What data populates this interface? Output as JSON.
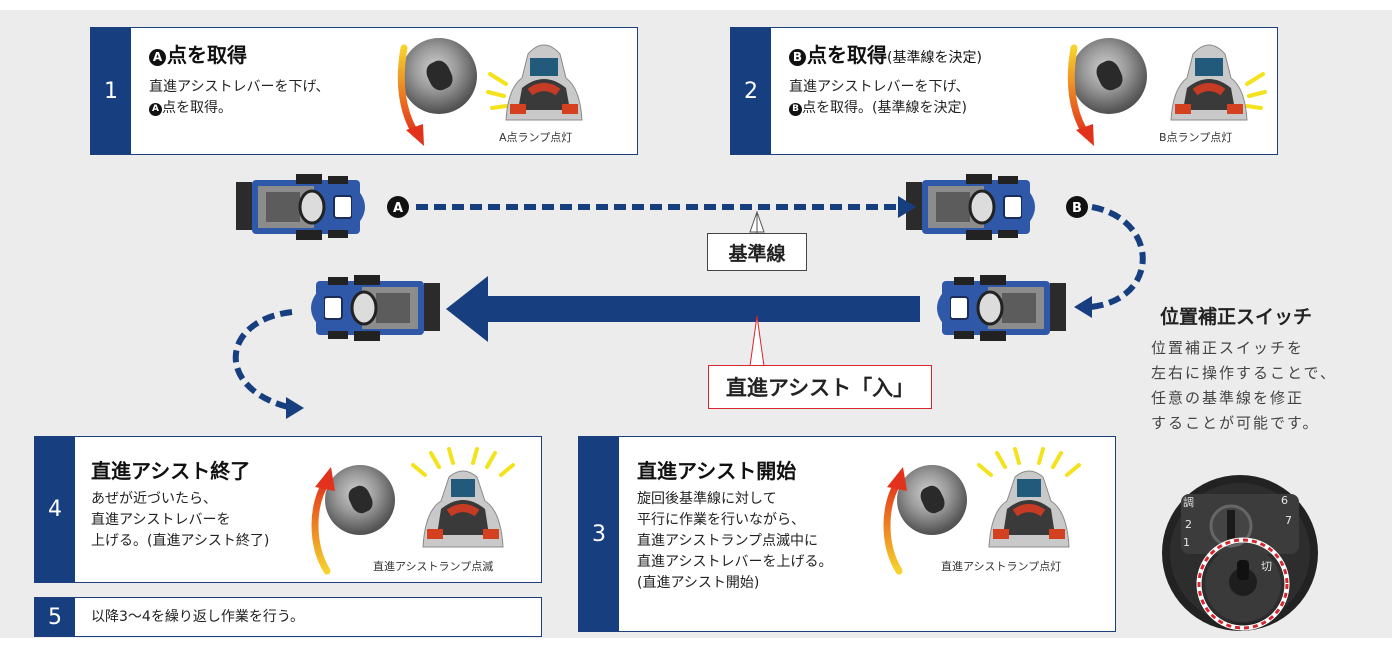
{
  "steps": {
    "s1": {
      "num": "1",
      "marker": "A",
      "title": "点を取得",
      "desc_line1": "直進アシストレバーを下げ、",
      "desc_marker": "A",
      "desc_line2": "点を取得。",
      "caption": "A点ランプ点灯"
    },
    "s2": {
      "num": "2",
      "marker": "B",
      "title": "点を取得",
      "title_note": "(基準線を決定)",
      "desc_line1": "直進アシストレバーを下げ、",
      "desc_marker": "B",
      "desc_line2": "点を取得。(基準線を決定)",
      "caption": "B点ランプ点灯"
    },
    "s3": {
      "num": "3",
      "title": "直進アシスト開始",
      "desc": "旋回後基準線に対して\n平行に作業を行いながら、\n直進アシストランプ点滅中に\n直進アシストレバーを上げる。\n(直進アシスト開始)",
      "caption": "直進アシストランプ点灯"
    },
    "s4": {
      "num": "4",
      "title": "直進アシスト終了",
      "desc": "あぜが近づいたら、\n直進アシストレバーを\n上げる。(直進アシスト終了)",
      "caption": "直進アシストランプ点滅"
    },
    "s5": {
      "num": "5",
      "text": "以降3～4を繰り返し作業を行う。"
    }
  },
  "diagram": {
    "point_a": "A",
    "point_b": "B",
    "baseline_label": "基準線",
    "assist_label": "直進アシスト「入」"
  },
  "side": {
    "title": "位置補正スイッチ",
    "desc": "位置補正スイッチを\n左右に操作することで、\n任意の基準線を修正\nすることが可能です。"
  },
  "colors": {
    "navy": "#173f80",
    "red": "#d8262e",
    "panel": "#ececec"
  },
  "icons": [
    "lever-photo",
    "instrument-panel-photo",
    "tractor-icon",
    "position-switch-photo"
  ]
}
